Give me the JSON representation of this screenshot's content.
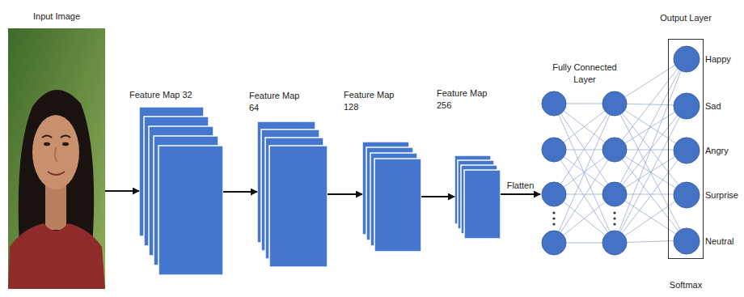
{
  "diagram": {
    "nodes": [
      {
        "text": [
          "Input Image"
        ]
      },
      {
        "text": [
          "Feature Map 32"
        ]
      },
      {
        "text": [
          "Feature Map 64"
        ]
      },
      {
        "text": [
          "Feature Map 128"
        ]
      },
      {
        "text": [
          "Feature Map 256"
        ]
      },
      {
        "text": [
          "Fully Connected Layer"
        ]
      },
      {
        "text": [
          "Output Layer",
          "Softmax"
        ]
      },
      {
        "text": [
          "Happy"
        ],
        "in": 6
      },
      {
        "text": [
          "Sad"
        ],
        "in": 6
      },
      {
        "text": [
          "Angry"
        ],
        "in": 6
      },
      {
        "text": [
          "Surprise"
        ],
        "in": 6
      },
      {
        "text": [
          "Neutral"
        ],
        "in": 6
      }
    ],
    "edges": [
      {
        "from": 0,
        "to": 1,
        "arrow": "to"
      },
      {
        "from": 1,
        "to": 2,
        "arrow": "to"
      },
      {
        "from": 2,
        "to": 3,
        "arrow": "to"
      },
      {
        "from": 3,
        "to": 4,
        "arrow": "to"
      },
      {
        "from": 4,
        "to": 5,
        "label": "Flatten",
        "arrow": "to"
      }
    ]
  }
}
